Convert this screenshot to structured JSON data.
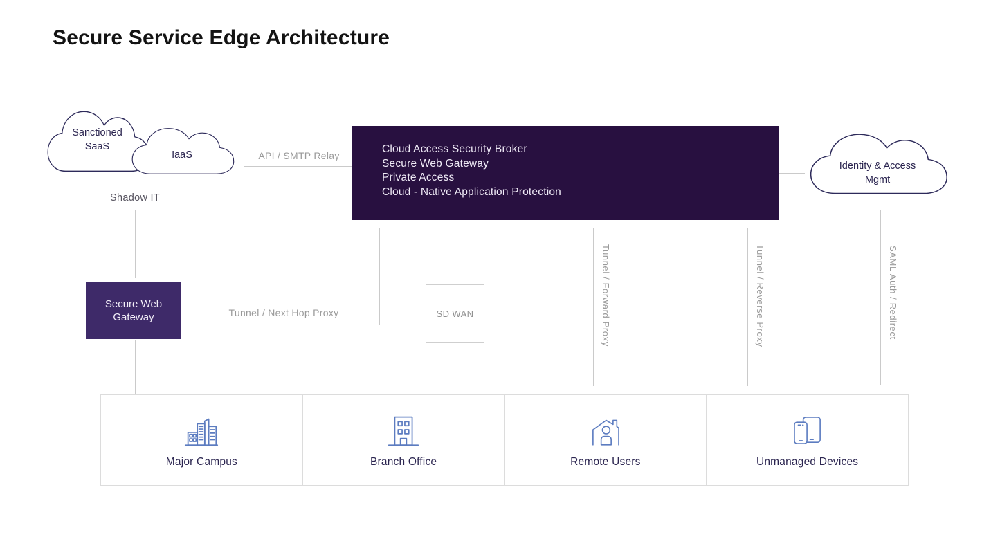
{
  "title": "Secure Service Edge Architecture",
  "colors": {
    "sse_box_bg": "#281040",
    "swg_box_bg": "#3e2a69",
    "cloud_stroke": "#2d2a5a",
    "connector_line": "#cacaca",
    "connector_label": "#9a9a9a",
    "node_text": "#2b2550",
    "icon_blue": "#5c7cc0"
  },
  "clouds": {
    "sanctioned_saas": {
      "line1": "Sanctioned",
      "line2": "SaaS"
    },
    "iaas": {
      "label": "IaaS"
    },
    "identity": {
      "line1": "Identity & Access",
      "line2": "Mgmt"
    }
  },
  "labels": {
    "shadow_it": "Shadow IT"
  },
  "sse_box": {
    "lines": [
      "Cloud Access Security Broker",
      "Secure Web Gateway",
      "Private Access",
      "Cloud - Native Application Protection"
    ]
  },
  "nodes": {
    "secure_web_gateway": {
      "line1": "Secure Web",
      "line2": "Gateway"
    },
    "sd_wan": "SD WAN"
  },
  "connections": {
    "api_smtp": "API / SMTP Relay",
    "tunnel_next_hop": "Tunnel / Next Hop Proxy",
    "tunnel_forward": "Tunnel / Forward Proxy",
    "tunnel_reverse": "Tunnel / Reverse Proxy",
    "saml": "SAML Auth / Redirect"
  },
  "endpoints": [
    {
      "label": "Major Campus",
      "icon": "city-buildings-icon"
    },
    {
      "label": "Branch Office",
      "icon": "office-building-icon"
    },
    {
      "label": "Remote Users",
      "icon": "person-in-house-icon"
    },
    {
      "label": "Unmanaged Devices",
      "icon": "mobile-devices-icon"
    }
  ]
}
